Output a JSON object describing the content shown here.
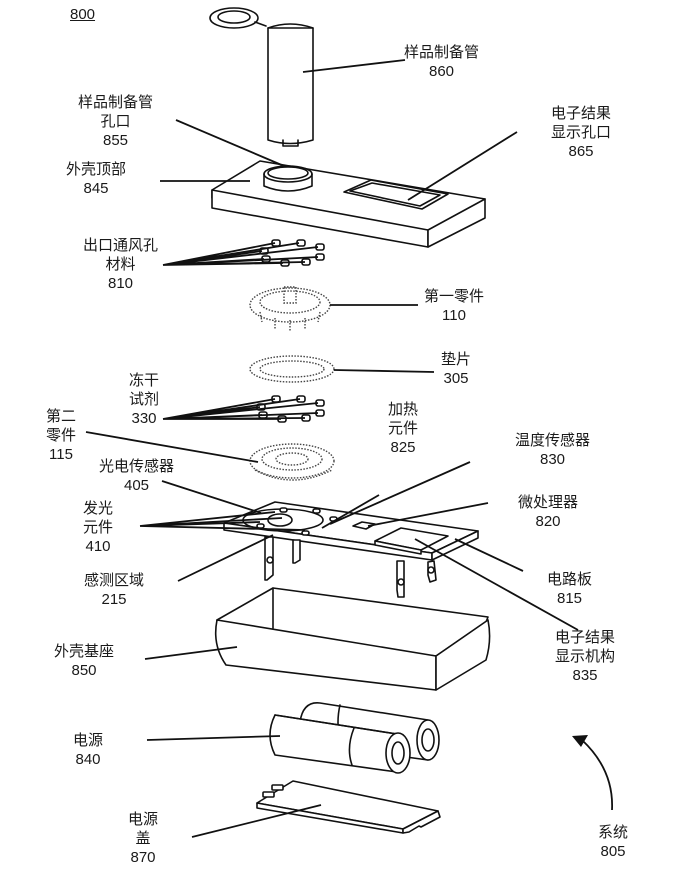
{
  "figure": {
    "number": "800"
  },
  "labels": [
    {
      "id": "sample-prep-tube",
      "text": [
        "样品制备管"
      ],
      "num": "860"
    },
    {
      "id": "sample-prep-tube-opening",
      "text": [
        "样品制备管",
        "孔口"
      ],
      "num": "855"
    },
    {
      "id": "electronic-result-display-opening",
      "text": [
        "电子结果",
        "显示孔口"
      ],
      "num": "865"
    },
    {
      "id": "housing-top",
      "text": [
        "外壳顶部"
      ],
      "num": "845"
    },
    {
      "id": "outlet-vent-material",
      "text": [
        "出口通风孔",
        "材料"
      ],
      "num": "810"
    },
    {
      "id": "first-part",
      "text": [
        "第一零件"
      ],
      "num": "110"
    },
    {
      "id": "gasket",
      "text": [
        "垫片"
      ],
      "num": "305"
    },
    {
      "id": "lyophilized-reagent",
      "text": [
        "冻干",
        "试剂"
      ],
      "num": "330"
    },
    {
      "id": "second-part",
      "text": [
        "第二",
        "零件"
      ],
      "num": "115"
    },
    {
      "id": "heating-element",
      "text": [
        "加热",
        "元件"
      ],
      "num": "825"
    },
    {
      "id": "temperature-sensor",
      "text": [
        "温度传感器"
      ],
      "num": "830"
    },
    {
      "id": "photo-sensor",
      "text": [
        "光电传感器"
      ],
      "num": "405"
    },
    {
      "id": "light-emitting-element",
      "text": [
        "发光",
        "元件"
      ],
      "num": "410"
    },
    {
      "id": "microprocessor",
      "text": [
        "微处理器"
      ],
      "num": "820"
    },
    {
      "id": "sensing-region",
      "text": [
        "感测区域"
      ],
      "num": "215"
    },
    {
      "id": "circuit-board",
      "text": [
        "电路板"
      ],
      "num": "815"
    },
    {
      "id": "housing-base",
      "text": [
        "外壳基座"
      ],
      "num": "850"
    },
    {
      "id": "electronic-result-display",
      "text": [
        "电子结果",
        "显示机构"
      ],
      "num": "835"
    },
    {
      "id": "power-source",
      "text": [
        "电源"
      ],
      "num": "840"
    },
    {
      "id": "power-cover",
      "text": [
        "电源",
        "盖"
      ],
      "num": "870"
    },
    {
      "id": "system",
      "text": [
        "系统"
      ],
      "num": "805"
    }
  ]
}
